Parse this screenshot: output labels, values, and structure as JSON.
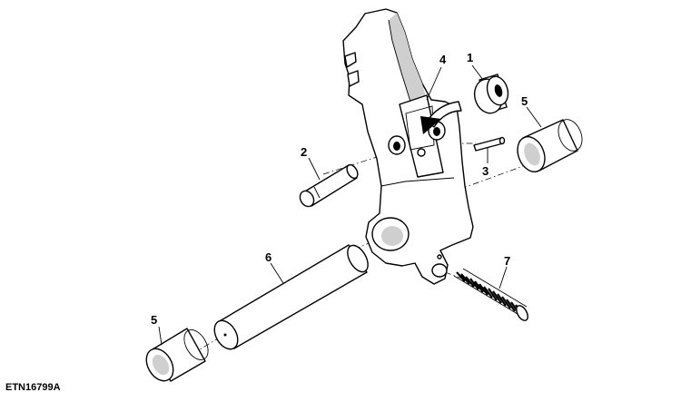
{
  "figure": {
    "id_label": "ETN16799A"
  },
  "callouts": [
    {
      "key": "p1",
      "label": "1"
    },
    {
      "key": "p2",
      "label": "2"
    },
    {
      "key": "p3",
      "label": "3"
    },
    {
      "key": "p4",
      "label": "4"
    },
    {
      "key": "p5a",
      "label": "5"
    },
    {
      "key": "p5b",
      "label": "5"
    },
    {
      "key": "p6",
      "label": "6"
    },
    {
      "key": "p7",
      "label": "7"
    }
  ]
}
